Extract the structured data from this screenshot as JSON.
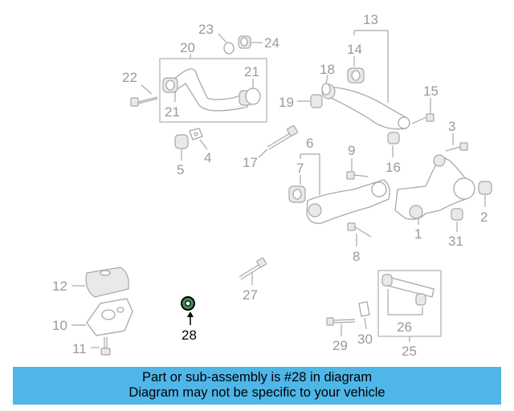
{
  "diagram": {
    "callouts": [
      "23",
      "24",
      "20",
      "13",
      "14",
      "22",
      "21",
      "18",
      "15",
      "19",
      "21",
      "6",
      "3",
      "17",
      "9",
      "4",
      "5",
      "7",
      "16",
      "2",
      "1",
      "31",
      "8",
      "12",
      "27",
      "28",
      "10",
      "26",
      "30",
      "29",
      "11",
      "25"
    ],
    "highlighted_part": "28",
    "colors": {
      "highlight": "#000000",
      "line_art": "#a8a8a8",
      "banner": "#4fb6e8"
    }
  },
  "banner": {
    "line1": "Part or sub-assembly is #28 in diagram",
    "line2": "Diagram may not be specific to your vehicle"
  }
}
